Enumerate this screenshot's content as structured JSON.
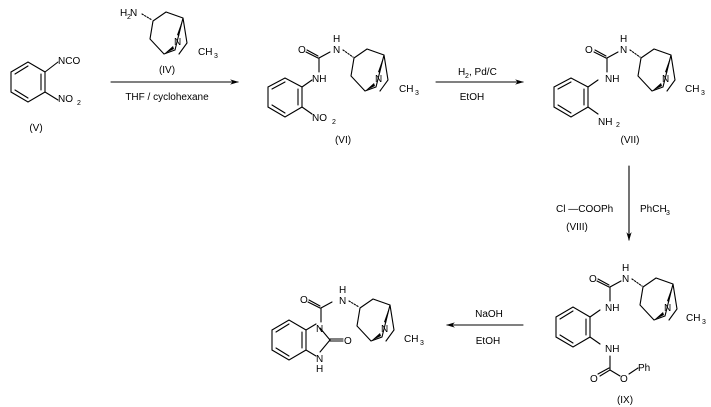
{
  "scheme": {
    "compounds": {
      "V": {
        "label": "(V)",
        "groups": {
          "isocyanate": "NCO",
          "nitro": "NO",
          "nitro_sub": "2"
        }
      },
      "IV": {
        "label": "(IV)",
        "groups": {
          "amine": "H",
          "amine_sub": "2",
          "amine_n": "N",
          "ring_n": "N",
          "methyl": "CH",
          "methyl_sub": "3"
        }
      },
      "VI": {
        "label": "(VI)",
        "groups": {
          "o": "O",
          "nh_top": "H",
          "n_top": "N",
          "nh": "NH",
          "nitro": "NO",
          "nitro_sub": "2",
          "ring_n": "N",
          "methyl": "CH",
          "methyl_sub": "3"
        }
      },
      "VII": {
        "label": "(VII)",
        "groups": {
          "o": "O",
          "nh_top": "H",
          "n_top": "N",
          "nh": "NH",
          "amine": "NH",
          "amine_sub": "2",
          "ring_n": "N",
          "methyl": "CH",
          "methyl_sub": "3"
        }
      },
      "VIII": {
        "label": "(VIII)",
        "formula": "Cl —COOPh"
      },
      "IX": {
        "label": "(IX)",
        "groups": {
          "o": "O",
          "nh_top": "H",
          "n_top": "N",
          "nh": "NH",
          "nh2": "NH",
          "o2": "O",
          "o3": "O",
          "ph": "Ph",
          "ring_n": "N",
          "methyl": "CH",
          "methyl_sub": "3"
        }
      },
      "X": {
        "groups": {
          "o": "O",
          "nh_top": "H",
          "n_top": "N",
          "n_ring": "N",
          "o_ring": "O",
          "n_bottom": "N",
          "h_bottom": "H",
          "ring_n": "N",
          "methyl": "CH",
          "methyl_sub": "3"
        }
      }
    },
    "steps": [
      {
        "id": "step1",
        "reagent_above": "(IV)",
        "reagent_below": "THF / cyclohexane"
      },
      {
        "id": "step2",
        "reagent_above_main": "H",
        "reagent_above_sub": "2",
        "reagent_above_rest": ", Pd/C",
        "reagent_below": "EtOH"
      },
      {
        "id": "step3",
        "reagent_right_main": "PhCH",
        "reagent_right_sub": "3"
      },
      {
        "id": "step4",
        "reagent_above": "NaOH",
        "reagent_below": "EtOH"
      }
    ]
  }
}
